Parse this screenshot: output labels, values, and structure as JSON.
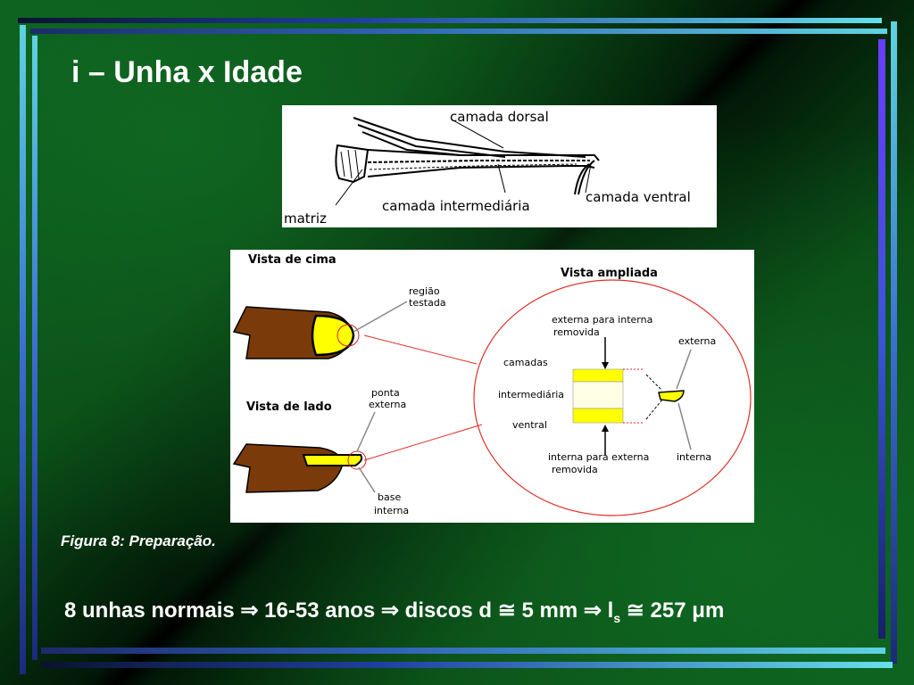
{
  "slide": {
    "title": "i – Unha x Idade",
    "caption": "Figura 8: Preparação."
  },
  "figure_top": {
    "labels": {
      "dorsal": "camada dorsal",
      "matriz": "matriz",
      "intermediaria": "camada intermediária",
      "ventral": "camada ventral"
    }
  },
  "figure_bottom": {
    "labels": {
      "vista_cima": "Vista de cima",
      "vista_ampliada": "Vista ampliada",
      "regiao": "região",
      "testada": "testada",
      "vista_lado": "Vista de lado",
      "ponta": "ponta",
      "externa_ponta": "externa",
      "base": "base",
      "interna_base": "interna",
      "ext_int_1": "externa para interna",
      "ext_int_2": "removida",
      "camadas": "camadas",
      "intermediaria": "intermediária",
      "ventral": "ventral",
      "int_ext_1": "interna para externa",
      "int_ext_2": "removida",
      "externa": "externa",
      "interna": "interna"
    }
  },
  "footer": {
    "part1": "8 unhas normais ",
    "arrow1": "⇒",
    "part2": " 16-53 anos ",
    "arrow2": "⇒",
    "part3": " discos d ",
    "approx1": "≅",
    "part4": " 5 mm ",
    "arrow3": "⇒",
    "part5": " l",
    "subscript": "s",
    "approx2": " ≅",
    "part6": " 257 ",
    "mu": "μ",
    "part7": "m"
  },
  "colors": {
    "background": "#0a4a16",
    "title": "#ffffff",
    "nail_brown": "#7a3a0a",
    "nail_yellow": "#ffff00",
    "zoom_circle": "#e0302a"
  }
}
